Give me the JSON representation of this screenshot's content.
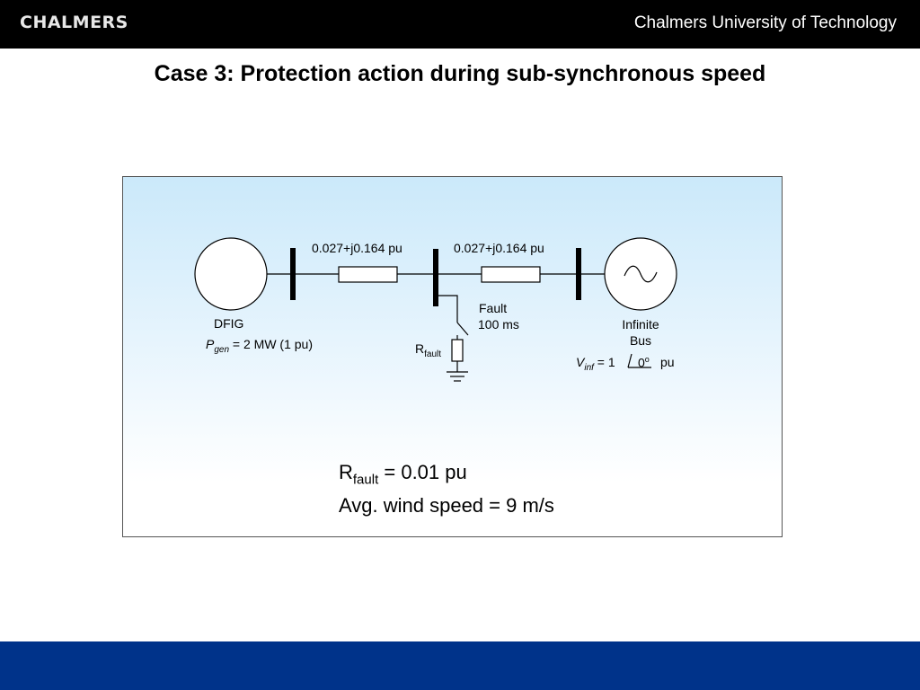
{
  "header": {
    "logo_text": "CHALMERS",
    "university": "Chalmers University of Technology"
  },
  "slide": {
    "title": "Case 3: Protection action during sub-synchronous speed"
  },
  "diagram": {
    "line1_impedance": "0.027+j0.164 pu",
    "line2_impedance": "0.027+j0.164 pu",
    "generator_label": "DFIG",
    "pgen_symbol": "P",
    "pgen_subscript": "gen",
    "pgen_value": "= 2 MW (1 pu)",
    "fault_label": "Fault",
    "fault_duration": "100 ms",
    "rfault_symbol": "R",
    "rfault_subscript": "fault",
    "infinite_bus_line1": "Infinite",
    "infinite_bus_line2": "Bus",
    "vinf_symbol": "V",
    "vinf_subscript": "inf",
    "vinf_value": "= 1",
    "vinf_angle": "0",
    "vinf_angle_degree": "o",
    "vinf_unit": "pu"
  },
  "parameters": {
    "rfault_symbol": "R",
    "rfault_subscript": "fault",
    "rfault_value": "= 0.01 pu",
    "wind_speed": "Avg. wind speed = 9 m/s"
  },
  "colors": {
    "header_bg": "#000000",
    "footer_bg": "#00338a",
    "panel_top": "#cbe9fa"
  }
}
